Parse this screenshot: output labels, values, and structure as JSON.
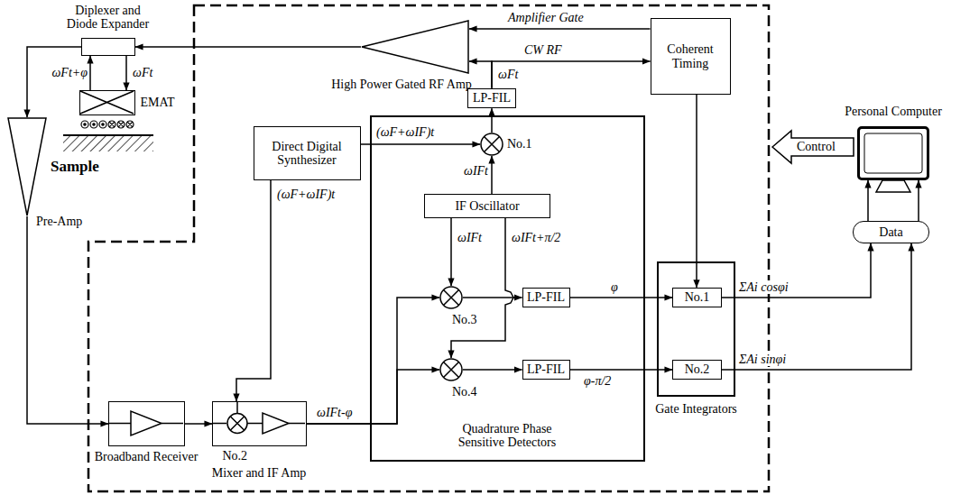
{
  "diagram": {
    "nodes": [
      {
        "text": [
          "Diplexer and Diode Expander"
        ]
      },
      {
        "text": [
          "EMAT"
        ]
      },
      {
        "text": [
          "High Power Gated RF Amp"
        ]
      },
      {
        "text": [
          "Coherent Timing"
        ]
      },
      {
        "text": [
          "LP-FIL"
        ]
      },
      {
        "text": [
          "Direct Digital Synthesizer"
        ]
      },
      {
        "text": [
          "Quadrature Phase Sensitive Detectors"
        ]
      },
      {
        "text": [
          "No.1"
        ],
        "in": 6
      },
      {
        "text": [
          "IF Oscillator"
        ],
        "in": 6
      },
      {
        "text": [
          "No.3"
        ],
        "in": 6
      },
      {
        "text": [
          "LP-FIL"
        ],
        "in": 6
      },
      {
        "text": [
          "No.4"
        ],
        "in": 6
      },
      {
        "text": [
          "LP-FIL"
        ],
        "in": 6
      },
      {
        "text": [
          "Gate Integrators"
        ]
      },
      {
        "text": [
          "No.1"
        ],
        "in": 13
      },
      {
        "text": [
          "No.2"
        ],
        "in": 13
      },
      {
        "text": [
          "Personal Computer"
        ]
      },
      {
        "text": [
          "Data"
        ]
      },
      {
        "text": [
          "Pre-Amp"
        ]
      },
      {
        "text": [
          "Broadband Receiver"
        ]
      },
      {
        "text": [
          "No.2",
          "Mixer and IF Amp"
        ]
      }
    ],
    "edges": [
      {
        "from": 2,
        "to": 0,
        "arrow": "to"
      },
      {
        "from": 1,
        "to": 0,
        "arrow": "to",
        "label": "ωFt+φ"
      },
      {
        "from": 0,
        "to": 1,
        "arrow": "to",
        "label": "ωFt"
      },
      {
        "from": 0,
        "to": 18,
        "arrow": "to"
      },
      {
        "from": 18,
        "to": 19,
        "arrow": "to"
      },
      {
        "from": 19,
        "to": 20,
        "arrow": "to"
      },
      {
        "from": 5,
        "to": 20,
        "arrow": "to",
        "label": "(ωF+ωIF)t"
      },
      {
        "from": 5,
        "to": 7,
        "arrow": "to",
        "label": "(ωF+ωIF)t"
      },
      {
        "from": 7,
        "to": 4,
        "arrow": "to"
      },
      {
        "from": 4,
        "to": 2,
        "arrow": "to",
        "label": "ωFt"
      },
      {
        "from": 4,
        "to": 3,
        "arrow": "to",
        "label": "CW RF"
      },
      {
        "from": 3,
        "to": 2,
        "arrow": "to",
        "label": "Amplifier Gate"
      },
      {
        "from": 8,
        "to": 7,
        "arrow": "to",
        "label": "ωIFt"
      },
      {
        "from": 8,
        "to": 9,
        "arrow": "to",
        "label": "ωIFt"
      },
      {
        "from": 8,
        "to": 11,
        "arrow": "to",
        "label": "ωIFt+π/2"
      },
      {
        "from": 20,
        "to": 9,
        "arrow": "to",
        "label": "ωIFt-φ"
      },
      {
        "from": 20,
        "to": 11,
        "arrow": "to"
      },
      {
        "from": 9,
        "to": 10,
        "arrow": "to"
      },
      {
        "from": 11,
        "to": 12,
        "arrow": "to"
      },
      {
        "from": 10,
        "to": 14,
        "arrow": "to",
        "label": "φ"
      },
      {
        "from": 12,
        "to": 15,
        "arrow": "to",
        "label": "φ-π/2"
      },
      {
        "from": 3,
        "to": 14,
        "arrow": "to"
      },
      {
        "from": 14,
        "to": 17,
        "arrow": "to",
        "label": "ΣAi cosφi"
      },
      {
        "from": 15,
        "to": 17,
        "arrow": "to",
        "label": "ΣAi sinφi"
      },
      {
        "from": 17,
        "to": 16,
        "arrow": "to"
      },
      {
        "from": 17,
        "to": 16,
        "arrow": "to"
      }
    ],
    "labels": [
      "Sample",
      "Control"
    ]
  }
}
